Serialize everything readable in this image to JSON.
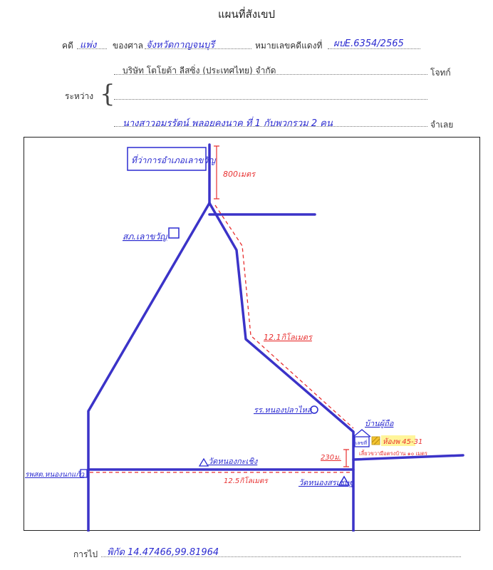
{
  "header": {
    "title": "แผนที่สังเขป"
  },
  "case": {
    "type_label": "คดี",
    "type_value": "แพ่ง",
    "court_label": "ของศาล",
    "court_value": "จังหวัดกาญจนบุรี",
    "red_no_label": "หมายเลขคดีแดงที่",
    "red_no_value": "ผบE.6354/2565"
  },
  "parties": {
    "between_label": "ระหว่าง",
    "plaintiff_value": "บริษัท โตโยต้า ลีสซิ่ง (ประเทศไทย) จำกัด",
    "plaintiff_role": "โจทก์",
    "defendant_value": "นางสาวอมรรัตน์ พลอยคงนาค ที่ 1 กับพวกรวม 2 คน",
    "defendant_role": "จำเลย"
  },
  "map": {
    "labels": {
      "district_office": "ที่ว่าการอำเภอเลาขวัญ",
      "police_station": "สภ.เลาขวัญ",
      "dist_top": "800เมตร",
      "dist_mid": "12.1กิโลเมตร",
      "school": "รร.หนองปลาไหล",
      "target_house": "บ้านผู้ถือ",
      "house_no": "เลขที่",
      "highlight": "ห้องพ 45-31",
      "house_note": "เลี้ยวขวามือตรงบ้าน ๑๐ เมตร",
      "dist_small": "230ม.",
      "temple_mid": "วัดหนองกะเชิง",
      "dist_bottom": "12.5กิโลเมตร",
      "temple_right": "วัดหนองสรเชษฐ",
      "hospital_left": "รพสต.หนองนกแก้ว"
    }
  },
  "directions": {
    "label": "การไป",
    "value": "พิกัด 14.47466,99.81964"
  }
}
